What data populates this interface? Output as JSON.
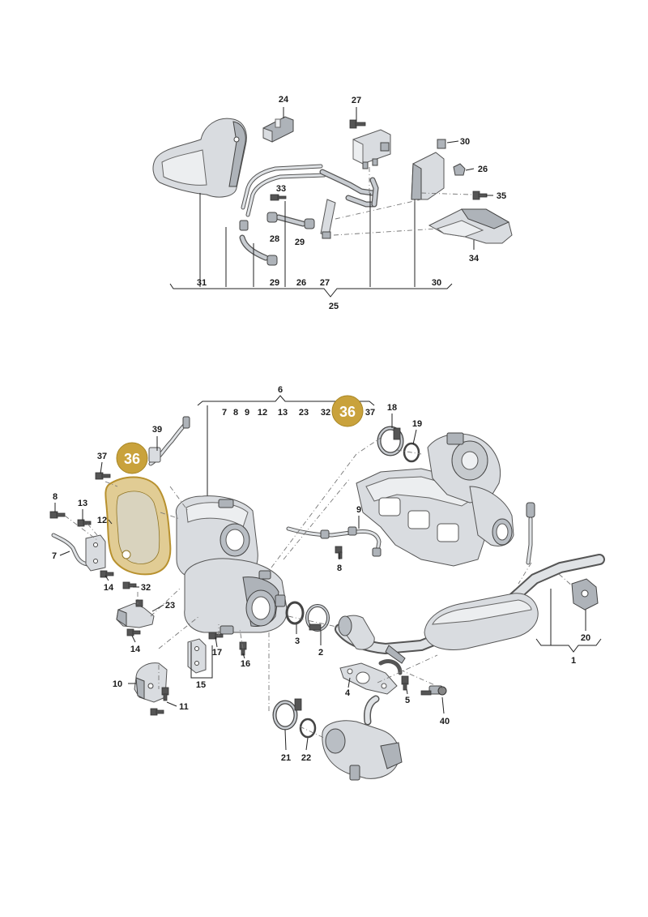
{
  "diagram": {
    "highlight_color": "#c9a23c",
    "highlight_label": "36",
    "upper_group": {
      "callouts": [
        "24",
        "27",
        "30",
        "26",
        "35",
        "33",
        "28",
        "29",
        "34",
        "31",
        "29",
        "26",
        "27",
        "30"
      ],
      "group_label": "25"
    },
    "lower_group": {
      "bracket_label": "6",
      "bracket_items": [
        "7",
        "8",
        "9",
        "12",
        "13",
        "23",
        "32",
        "37"
      ],
      "callouts": [
        "39",
        "37",
        "18",
        "19",
        "8",
        "13",
        "12",
        "7",
        "9",
        "8",
        "14",
        "32",
        "23",
        "14",
        "17",
        "16",
        "15",
        "3",
        "2",
        "10",
        "11",
        "4",
        "5",
        "40",
        "21",
        "22",
        "20"
      ],
      "exhaust_label": "1"
    }
  }
}
